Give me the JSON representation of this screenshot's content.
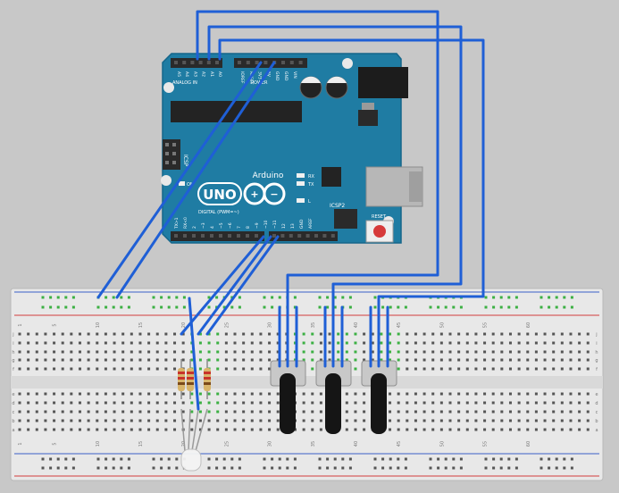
{
  "board": {
    "name": "UNO",
    "brand": "Arduino",
    "header_labels": {
      "analog_in": "ANALOG IN",
      "analog_pins": [
        "A5",
        "A4",
        "A3",
        "A2",
        "A1",
        "A0"
      ],
      "power_pins": [
        "VIN",
        "GND",
        "GND",
        "5V",
        "3V3",
        "RESET",
        "IOREF"
      ],
      "power": "POWER",
      "digital": "DIGITAL (PWM=~)",
      "digital_pins": [
        "TX>1",
        "RX<0",
        "2",
        "~3",
        "4",
        "~5",
        "~6",
        "7",
        "8",
        "~9",
        "~10",
        "~11",
        "12",
        "13",
        "GND",
        "AREF"
      ],
      "icsp": "ICSP",
      "icsp2": "ICSP2",
      "on": "ON",
      "leds": [
        "RX",
        "TX",
        "L"
      ],
      "reset": "RESET"
    },
    "colors": {
      "pcb": "#1f7ca3",
      "pcb_edge": "#15668a",
      "header": "#2a2a2a",
      "pin": "#555555",
      "text": "#ffffff",
      "chip": "#232323",
      "usb": "#b7b7b7",
      "jack": "#1c1c1c",
      "reset_button": "#d63a3a"
    }
  },
  "breadboard": {
    "column_numbers": [
      "1",
      "5",
      "10",
      "15",
      "20",
      "25",
      "30",
      "35",
      "40",
      "45",
      "50",
      "55",
      "60"
    ],
    "row_letters": [
      "a",
      "b",
      "c",
      "d",
      "e",
      "f",
      "g",
      "h",
      "i",
      "j"
    ],
    "colors": {
      "body": "#e8e8e8",
      "hole": "#555555",
      "active_hole": "#3cb043",
      "rail_red": "#d23b3b",
      "rail_blue": "#3a5fc8"
    }
  },
  "components": {
    "resistors": 3,
    "potentiometers": 3,
    "rgb_led": 1
  },
  "wires": {
    "color": "#1f5fd6"
  }
}
